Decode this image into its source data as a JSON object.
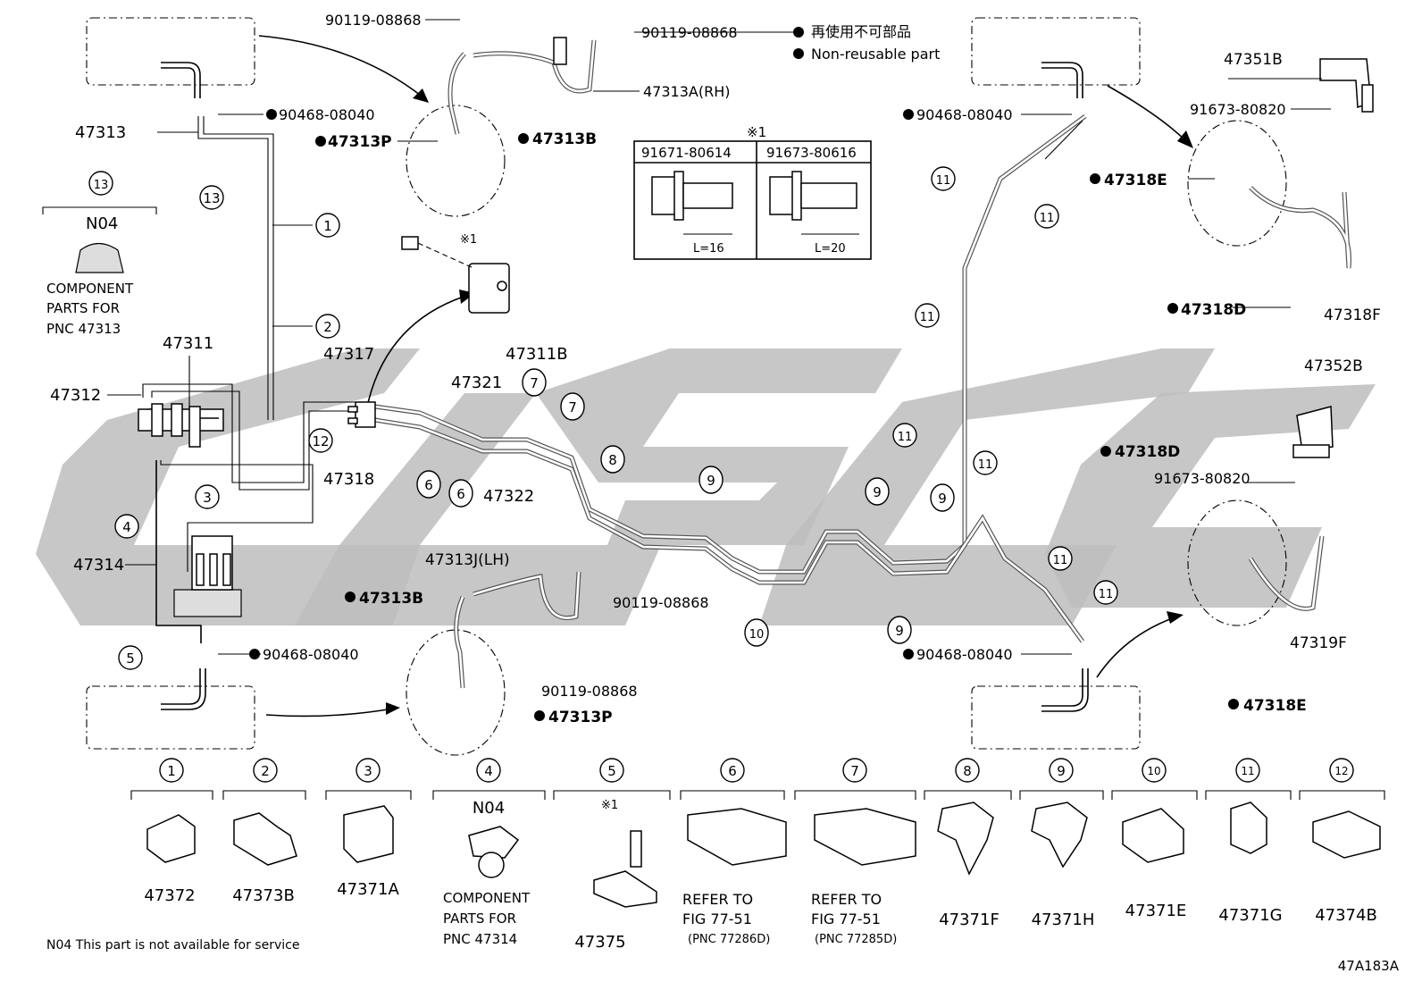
{
  "diagram_code": "47A183A",
  "legend": {
    "non_reusable_jp": "再使用不可部品",
    "non_reusable_en": "Non-reusable part"
  },
  "note_n04": "N04 This part is not available for service",
  "part_numbers": {
    "p_90119_08868": "90119-08868",
    "p_47313A": "47313A(RH)",
    "p_47313J": "47313J(LH)",
    "p_47313P": "47313P",
    "p_47313B": "47313B",
    "p_90468_08040": "90468-08040",
    "p_47313": "47313",
    "p_47311B": "47311B",
    "p_47311": "47311",
    "p_47312": "47312",
    "p_47317": "47317",
    "p_47318": "47318",
    "p_47321": "47321",
    "p_47322": "47322",
    "p_47314": "47314",
    "p_47351B": "47351B",
    "p_91673_80820": "91673-80820",
    "p_47318E": "47318E",
    "p_47318D": "47318D",
    "p_47318F": "47318F",
    "p_47352B": "47352B",
    "p_47319F": "47319F",
    "p_91671_80614": "91671-80614",
    "p_91673_80616": "91673-80616",
    "l16": "L=16",
    "l20": "L=20",
    "ref_mark": "※1"
  },
  "component_parts": {
    "n04": "N04",
    "text_line1": "COMPONENT",
    "text_line2": "PARTS FOR",
    "pnc_47313": "PNC 47313",
    "pnc_47314": "PNC 47314"
  },
  "callout_numbers": [
    "1",
    "2",
    "3",
    "4",
    "5",
    "6",
    "7",
    "8",
    "9",
    "10",
    "11",
    "12",
    "13"
  ],
  "bottom_parts": [
    {
      "num": "1",
      "part": "47372"
    },
    {
      "num": "2",
      "part": "47373B"
    },
    {
      "num": "3",
      "part": "47371A"
    },
    {
      "num": "4",
      "part": "N04"
    },
    {
      "num": "5",
      "part": "47375"
    },
    {
      "num": "6",
      "part": "REFER TO",
      "line2": "FIG 77-51",
      "line3": "(PNC 77286D)"
    },
    {
      "num": "7",
      "part": "REFER TO",
      "line2": "FIG 77-51",
      "line3": "(PNC 77285D)"
    },
    {
      "num": "8",
      "part": "47371F"
    },
    {
      "num": "9",
      "part": "47371H"
    },
    {
      "num": "10",
      "part": "47371E"
    },
    {
      "num": "11",
      "part": "47371G"
    },
    {
      "num": "12",
      "part": "47374B"
    }
  ]
}
